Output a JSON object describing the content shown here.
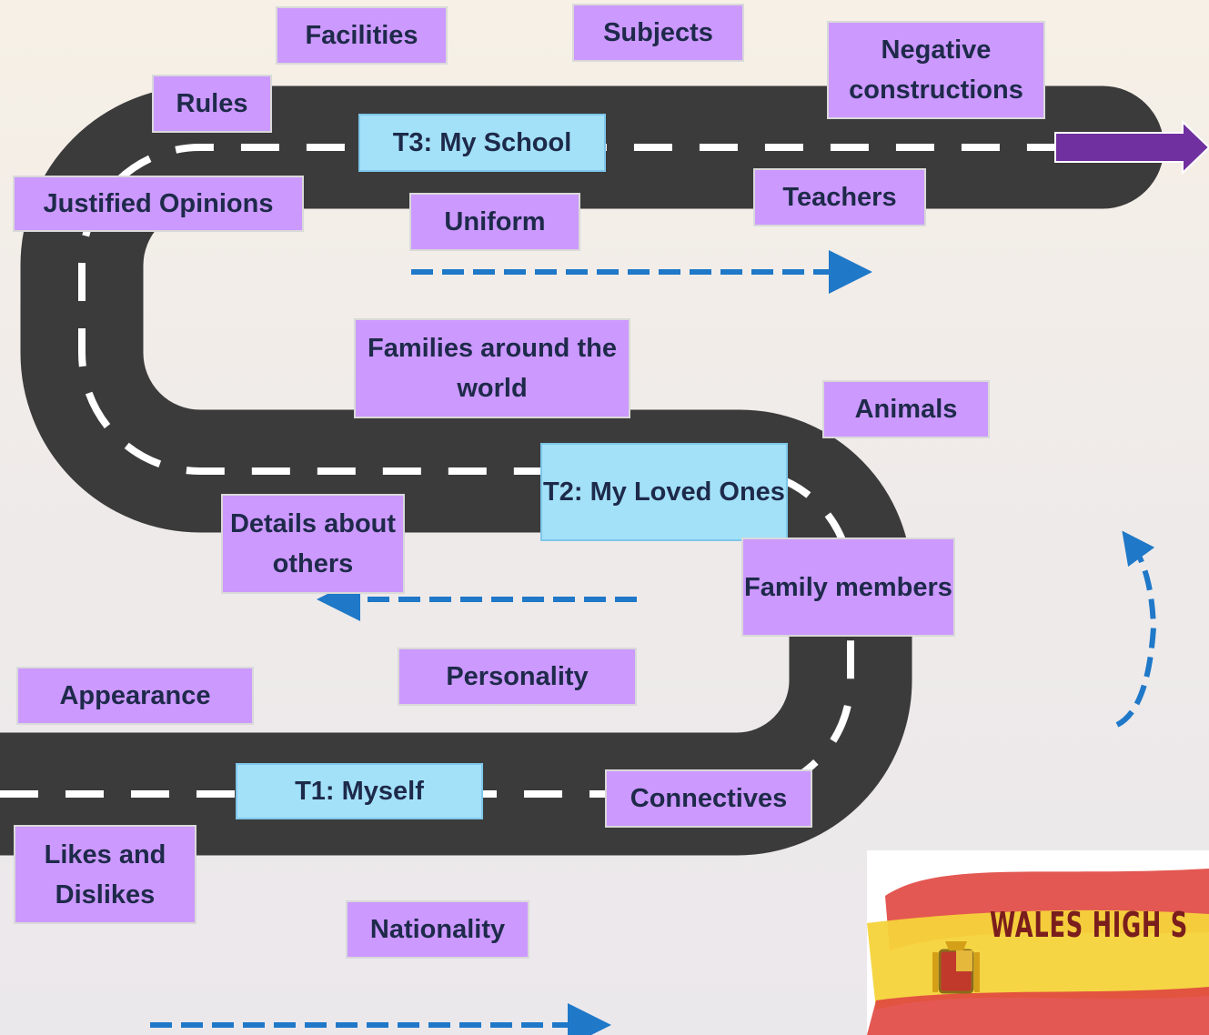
{
  "terms": {
    "t1": "T1: Myself",
    "t2": "T2: My Loved Ones",
    "t3": "T3: My School"
  },
  "topics": {
    "facilities": "Facilities",
    "subjects": "Subjects",
    "negative_constructions": "Negative constructions",
    "rules": "Rules",
    "justified_opinions": "Justified Opinions",
    "uniform": "Uniform",
    "teachers": "Teachers",
    "families_around_world": "Families around the world",
    "animals": "Animals",
    "details_about_others": "Details about others",
    "family_members": "Family members",
    "appearance": "Appearance",
    "personality": "Personality",
    "connectives": "Connectives",
    "likes_and_dislikes": "Likes and Dislikes",
    "nationality": "Nationality"
  },
  "logo": {
    "text": "WALES HIGH S"
  },
  "colors": {
    "road": "#3b3b3b",
    "lane_marking": "#ffffff",
    "topic_box": "#cc99ff",
    "term_box": "#a3e1f9",
    "direction_arrow": "#1f78c8",
    "exit_arrow": "#7030a0"
  }
}
